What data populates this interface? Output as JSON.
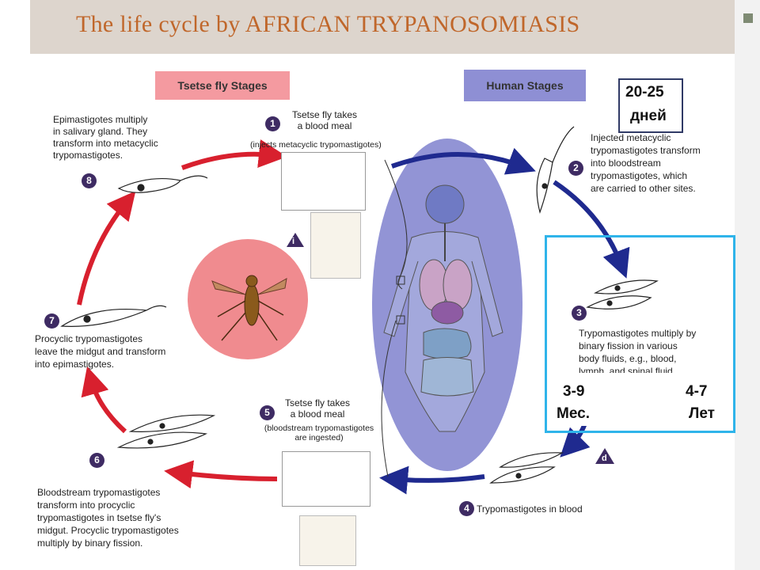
{
  "title": "The life cycle by AFRICAN TRYPANOSOMIASIS",
  "stage_labels": {
    "tsetse": "Tsetse fly Stages",
    "human": "Human Stages"
  },
  "steps": {
    "s1": {
      "num": "1",
      "line1": "Tsetse fly takes",
      "line2": "a blood meal",
      "line3": "(injects metacyclic trypomastigotes)"
    },
    "s2": {
      "num": "2",
      "line1": "Injected metacyclic",
      "line2": "trypomastigotes transform",
      "line3": "into bloodstream",
      "line4": "trypomastigotes, which",
      "line5": "are carried to other sites."
    },
    "s3": {
      "num": "3",
      "line1": "Trypomastigotes multiply by",
      "line2": "binary fission in various",
      "line3": "body fluids, e.g., blood,",
      "line4": "lymph, and spinal fluid."
    },
    "s4": {
      "num": "4",
      "line1": "Trypomastigotes in blood"
    },
    "s5": {
      "num": "5",
      "line1": "Tsetse fly takes",
      "line2": "a blood meal",
      "line3": "(bloodstream trypomastigotes",
      "line4": "are ingested)"
    },
    "s6": {
      "num": "6",
      "line1": "Bloodstream trypomastigotes",
      "line2": "transform into procyclic",
      "line3": "trypomastigotes in tsetse fly's",
      "line4": "midgut. Procyclic trypomastigotes",
      "line5": "multiply by binary fission."
    },
    "s7": {
      "num": "7",
      "line1": "Procyclic trypomastigotes",
      "line2": "leave the midgut and transform",
      "line3": "into epimastigotes."
    },
    "s8": {
      "num": "8",
      "line1": "Epimastigotes multiply",
      "line2": "in salivary gland. They",
      "line3": "transform into metacyclic",
      "line4": "trypomastigotes."
    }
  },
  "markers": {
    "infective": "i",
    "diagnostic": "d"
  },
  "annotations": {
    "days_value": "20-25",
    "days_unit": "дней",
    "months_value": "3-9",
    "months_unit": "Мес.",
    "years_value": "4-7",
    "years_unit": "Лет"
  },
  "colors": {
    "title": "#c0672b",
    "header_bg": "#ddd5cd",
    "tsetse_arrow": "#d8202e",
    "human_arrow": "#1f2a8f",
    "human_oval": "#8688d0",
    "fly_circle": "#f08b8f",
    "highlight_frame": "#2fb4ea",
    "step_badge": "#3e2b63"
  }
}
